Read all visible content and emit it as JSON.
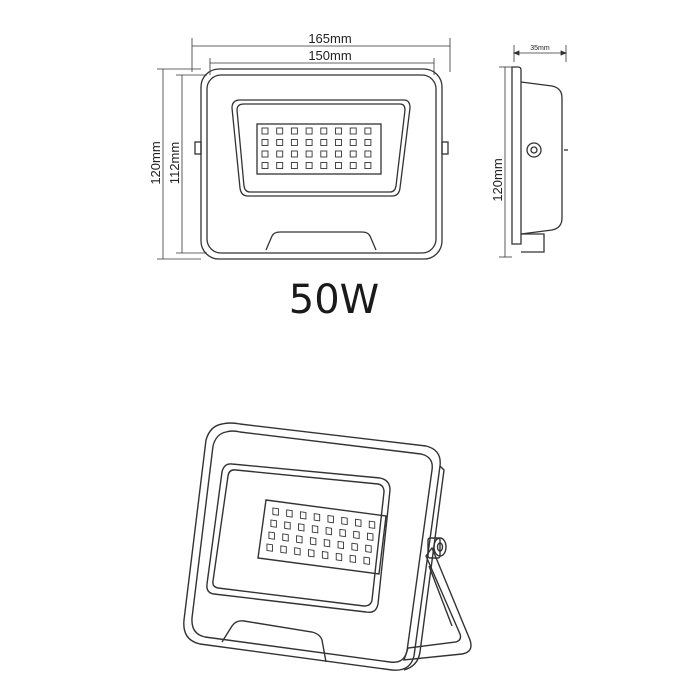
{
  "front_view": {
    "width_outer": "165mm",
    "width_inner": "150mm",
    "height_outer": "120mm",
    "height_inner": "112mm"
  },
  "side_view": {
    "depth": "35mm",
    "height": "120mm"
  },
  "model": {
    "wattage": "50W"
  },
  "led_grid": {
    "rows": 4,
    "cols": 8
  },
  "colors": {
    "line": "#333333",
    "background": "#ffffff"
  }
}
